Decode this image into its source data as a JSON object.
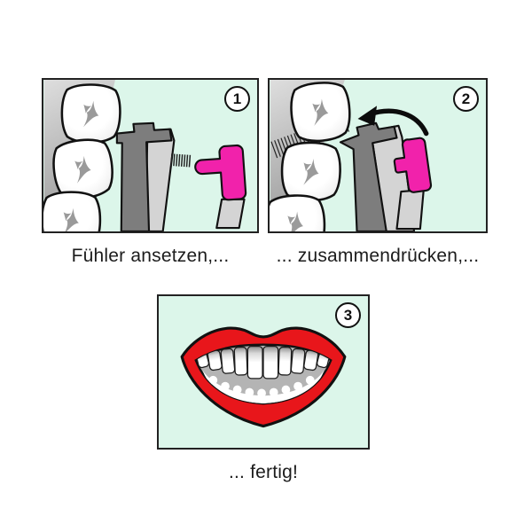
{
  "figure": {
    "panels": [
      {
        "number": "1",
        "caption": "Fühler ansetzen,..."
      },
      {
        "number": "2",
        "caption": "... zusammendrücken,..."
      },
      {
        "number": "3",
        "caption": "... fertig!"
      }
    ]
  },
  "icons": [
    "molar-teeth-illustration",
    "interdental-brush-tool",
    "spring-coil",
    "bristles-hatch",
    "curved-arrow-icon",
    "smiling-mouth-illustration",
    "step-number-badge"
  ],
  "colors": {
    "background": "#ffffff",
    "panel_bg": "#dcf6ea",
    "panel_border": "#222222",
    "gum_gray_light": "#dedede",
    "gum_gray_dark": "#999999",
    "tool_dark_gray": "#7d7d7d",
    "tool_light_gray": "#d4d4d4",
    "handle_pink": "#f122ab",
    "lips_red": "#e8161b",
    "outline_black": "#111111",
    "tooth_fissure_gray": "#9a9a9a",
    "text": "#1c1c1c"
  }
}
